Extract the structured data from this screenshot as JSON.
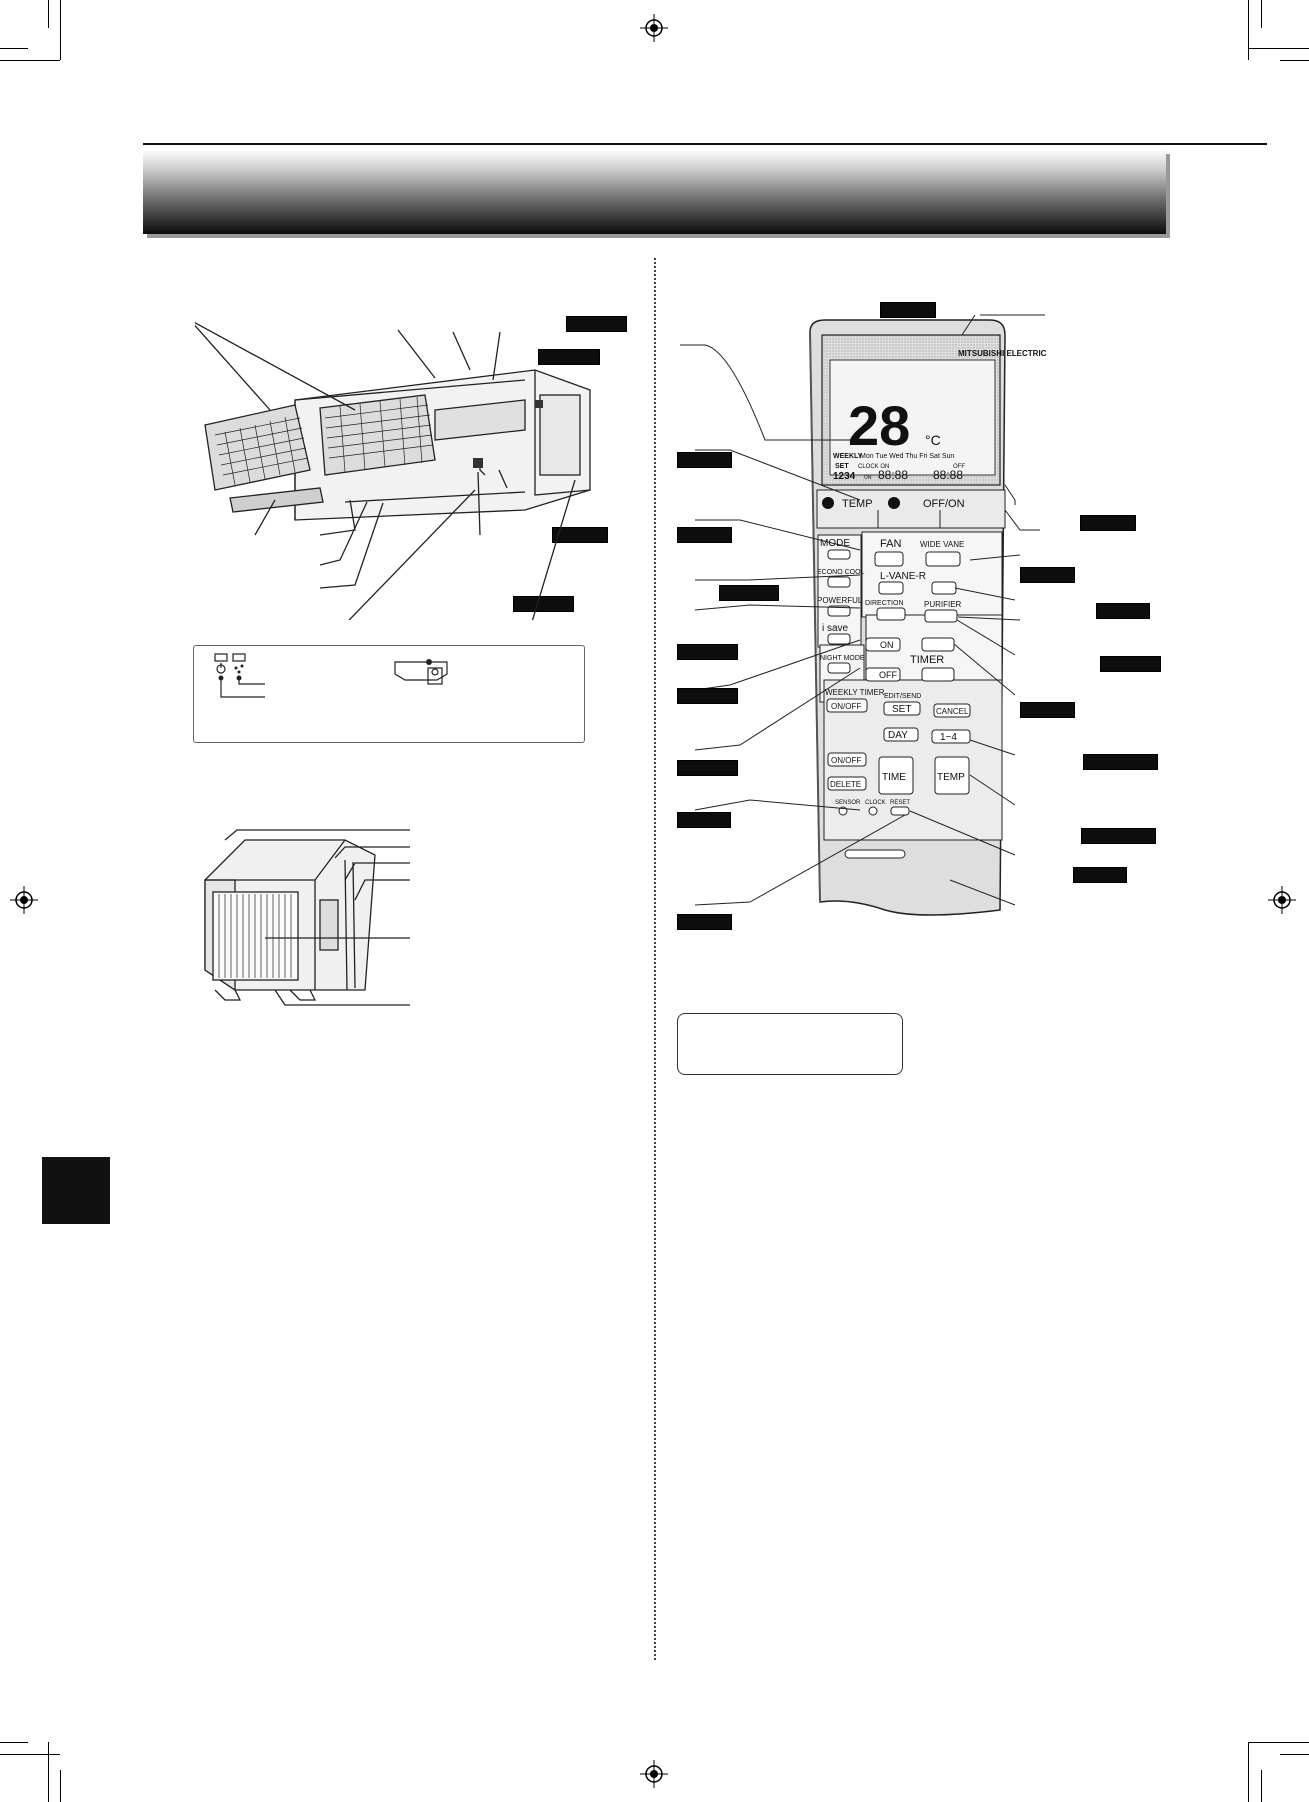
{
  "remote": {
    "brand": "MITSUBISHI ELECTRIC",
    "display": {
      "temperature": "28",
      "unit": "°C",
      "week_label": "WEEKLY",
      "days": "Mon Tue Wed Thu Fri Sat Sun",
      "set_label": "SET",
      "clock_on": "CLOCK ON",
      "off": "OFF",
      "on": "ON",
      "program_numbers": "1234",
      "time_digits_a": "88:88",
      "time_digits_b": "88:88"
    },
    "buttons": {
      "temp": "TEMP",
      "off_on": "OFF/ON",
      "mode": "MODE",
      "fan": "FAN",
      "wide_vane": "WIDE VANE",
      "econo_cool": "ECONO COOL",
      "l_vane_r": "L-VANE-R",
      "powerful": "POWERFUL",
      "direction": "DIRECTION",
      "purifier": "PURIFIER",
      "i_save": "i save",
      "timer_on": "ON",
      "timer": "TIMER",
      "timer_off": "OFF",
      "night_mode": "NIGHT MODE",
      "weekly_timer": "WEEKLY TIMER",
      "edit_send": "EDIT/SEND",
      "on_off": "ON/OFF",
      "set": "SET",
      "cancel": "CANCEL",
      "day": "DAY",
      "one_to_four": "1~4",
      "on_off_2": "ON/OFF",
      "time": "TIME",
      "temp_2": "TEMP",
      "delete": "DELETE",
      "sensor": "SENSOR",
      "clock": "CLOCK",
      "reset": "RESET"
    }
  }
}
